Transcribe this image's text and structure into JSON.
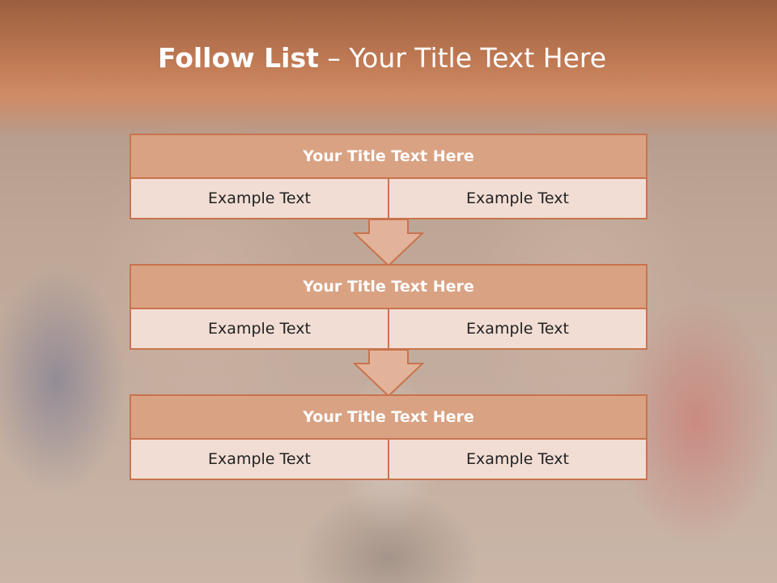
{
  "slide": {
    "title_bold": "Follow List",
    "title_rest": " – Your Title Text Here"
  },
  "blocks": [
    {
      "title": "Your Title Text Here",
      "left": "Example Text",
      "right": "Example Text"
    },
    {
      "title": "Your Title Text Here",
      "left": "Example Text",
      "right": "Example Text"
    },
    {
      "title": "Your Title Text Here",
      "left": "Example Text",
      "right": "Example Text"
    }
  ],
  "colors": {
    "header": "#c07a54",
    "block_title_fill": "#d9a283",
    "block_border": "#c8744e",
    "cell_fill": "#f1ddd4",
    "arrow_fill": "#e2b39a"
  }
}
